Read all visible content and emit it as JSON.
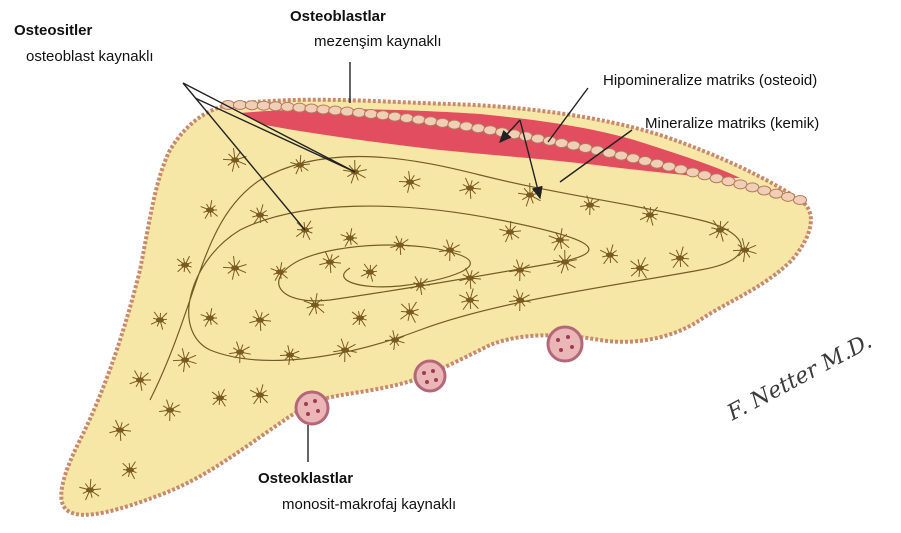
{
  "labels": {
    "osteocytes_title": "Osteositler",
    "osteocytes_sub": "osteoblast kaynaklı",
    "osteoblasts_title": "Osteoblastlar",
    "osteoblasts_sub": "mezenşim kaynaklı",
    "hypomineralized": "Hipomineralize matriks (osteoid)",
    "mineralized": "Mineralize matriks (kemik)",
    "osteoclasts_title": "Osteoklastlar",
    "osteoclasts_sub": "monosit-makrofaj kaynaklı"
  },
  "signature": "F. Netter M.D.",
  "colors": {
    "bone_matrix": "#f7e7a6",
    "bone_outline": "#c78a6e",
    "osteoid": "#e0405a",
    "osteoblast_cells": "#f1cfb6",
    "osteocyte": "#7a5a1e",
    "osteoclast": "#eab7b6",
    "arrow": "#222222"
  },
  "icons": [
    "osteocyte-cell",
    "osteoblast-cell",
    "osteoclast-cell",
    "pointer-arrow"
  ]
}
